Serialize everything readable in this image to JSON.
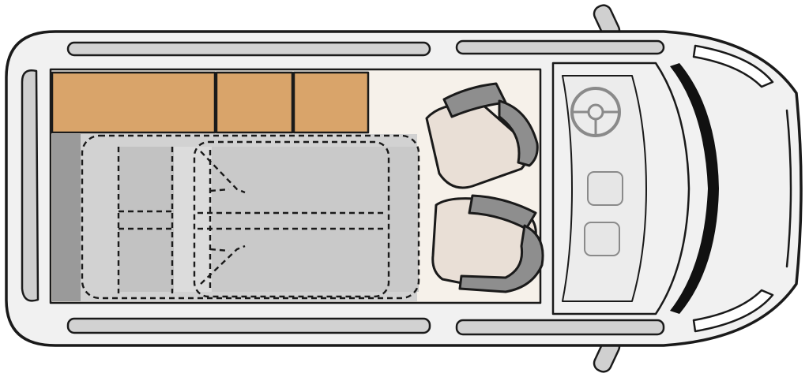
{
  "colors": {
    "body": "#f1f1f1",
    "body_outline": "#1a1a1a",
    "floor": "#f6f1ea",
    "cabinet": "#d9a46a",
    "bench": "#c9c9c9",
    "seat_cushion": "#e9dfd6",
    "seat_frame": "#8e8e8e",
    "windshield": "#111111",
    "mirror": "#d0d0d0"
  },
  "parts": {
    "cabinets": 3,
    "front_seats": 2,
    "mirrors": 2
  }
}
